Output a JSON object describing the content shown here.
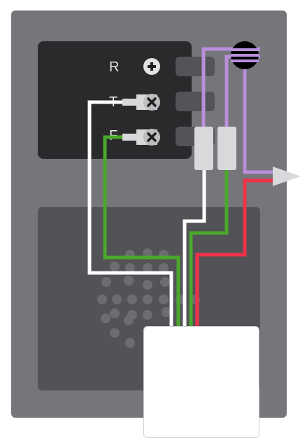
{
  "terminals": {
    "r": {
      "label": "R",
      "screw": "plus-screw-icon"
    },
    "t": {
      "label": "T",
      "screw": "x-screw-icon"
    },
    "f": {
      "label": "F",
      "screw": "x-screw-icon"
    }
  },
  "colors": {
    "housing": "#767579",
    "terminal_panel": "#2a2a2d",
    "speaker_grille": "#535257",
    "wire_white": "#ffffff",
    "wire_green": "#4aa82a",
    "wire_red": "#f0324a",
    "wire_purple": "#b98fdc",
    "connector": "#d9d9db",
    "arrow": "#d9d9db"
  },
  "wires": [
    "white",
    "green",
    "red",
    "purple",
    "purple",
    "purple"
  ],
  "icons": [
    "plus-screw-icon",
    "x-screw-icon",
    "x-screw-icon",
    "ferrite-coil-icon",
    "arrow-right-icon"
  ]
}
